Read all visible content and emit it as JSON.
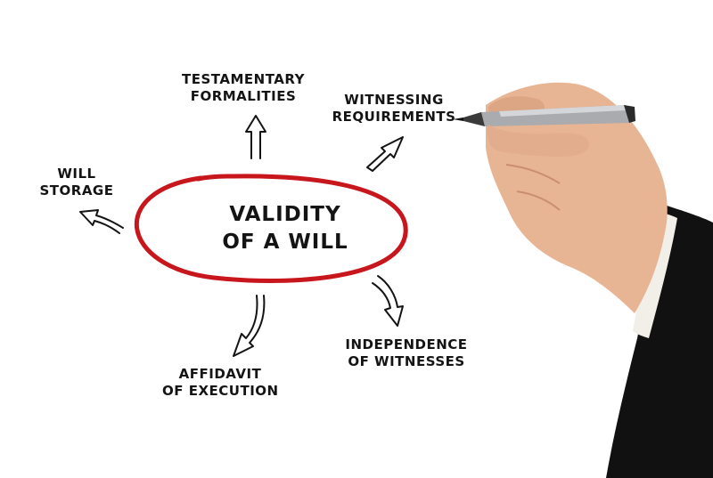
{
  "center": {
    "line1": "VALIDITY",
    "line2": "OF A WILL"
  },
  "branches": {
    "testamentary": {
      "line1": "TESTAMENTARY",
      "line2": "FORMALITIES"
    },
    "witnessing": {
      "line1": "WITNESSING",
      "line2": "REQUIREMENTS"
    },
    "storage": {
      "line1": "WILL",
      "line2": "STORAGE"
    },
    "affidavit": {
      "line1": "AFFIDAVIT",
      "line2": "OF EXECUTION"
    },
    "independence": {
      "line1": "INDEPENDENCE",
      "line2": "OF WITNESSES"
    }
  },
  "colors": {
    "ink": "#141414",
    "ellipse": "#c8161d",
    "sleeve": "#111111",
    "skin": "#e7b494"
  }
}
